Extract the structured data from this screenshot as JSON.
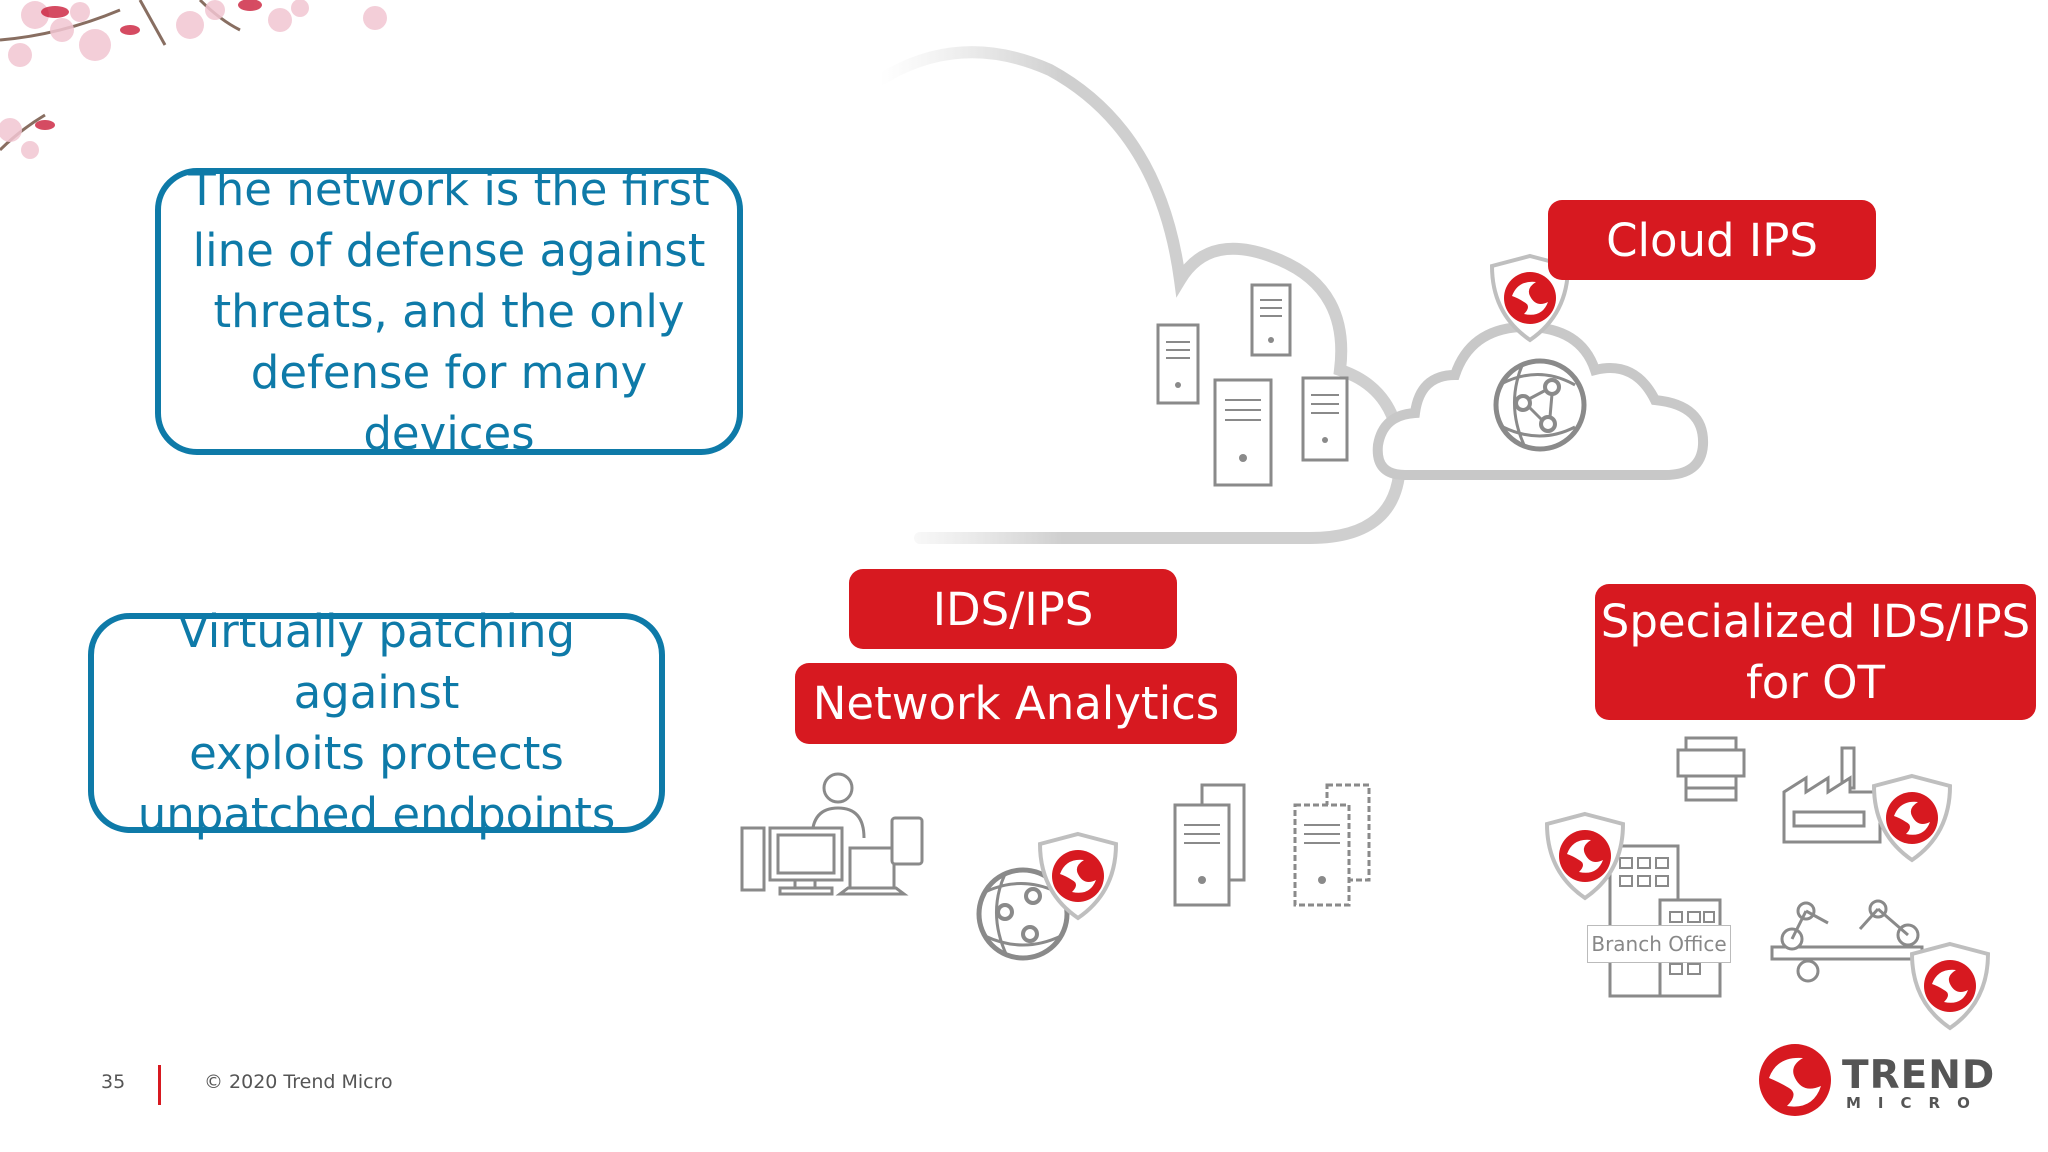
{
  "callouts": {
    "first_line": "The network is the first\nline of defense against\nthreats, and the only\ndefense for many devices",
    "virtual_patching": "Virtually patching against\nexploits protects\nunpatched endpoints"
  },
  "labels": {
    "cloud_ips": "Cloud IPS",
    "ids_ips": "IDS/IPS",
    "network_analytics": "Network Analytics",
    "specialized": "Specialized IDS/IPS\nfor OT",
    "branch_office": "Branch Office"
  },
  "footer": {
    "page_number": "35",
    "copyright": "© 2020 Trend Micro"
  },
  "logo": {
    "line1": "TREND",
    "line2": "MICRO"
  },
  "colors": {
    "brand_red": "#d71920",
    "callout_blue": "#0e7aa8",
    "icon_gray": "#8a8a8a"
  }
}
